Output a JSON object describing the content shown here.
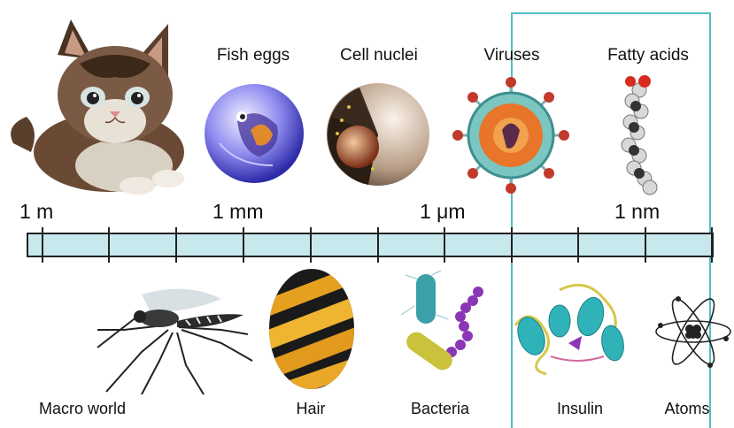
{
  "top_items": [
    {
      "label": "Fish eggs",
      "icon": "fish-egg-icon"
    },
    {
      "label": "Cell nuclei",
      "icon": "cell-nucleus-icon"
    },
    {
      "label": "Viruses",
      "icon": "virus-icon"
    },
    {
      "label": "Fatty acids",
      "icon": "fatty-acid-molecule-icon"
    }
  ],
  "bottom_items": [
    {
      "label": "Macro world",
      "icon": "mosquito-icon"
    },
    {
      "label": "Hair",
      "icon": "hair-strand-icon"
    },
    {
      "label": "Bacteria",
      "icon": "bacteria-icon"
    },
    {
      "label": "Insulin",
      "icon": "insulin-protein-icon"
    },
    {
      "label": "Atoms",
      "icon": "atom-icon"
    }
  ],
  "scale_labels": [
    "1 m",
    "1 mm",
    "1 μm",
    "1 nm"
  ],
  "kitten_icon": "kitten-icon",
  "colors": {
    "bar_fill": "#c7e8ec",
    "highlight_border": "#4ec0c8",
    "virus_core": "#e8752a",
    "protein_teal": "#2fb3b8"
  }
}
